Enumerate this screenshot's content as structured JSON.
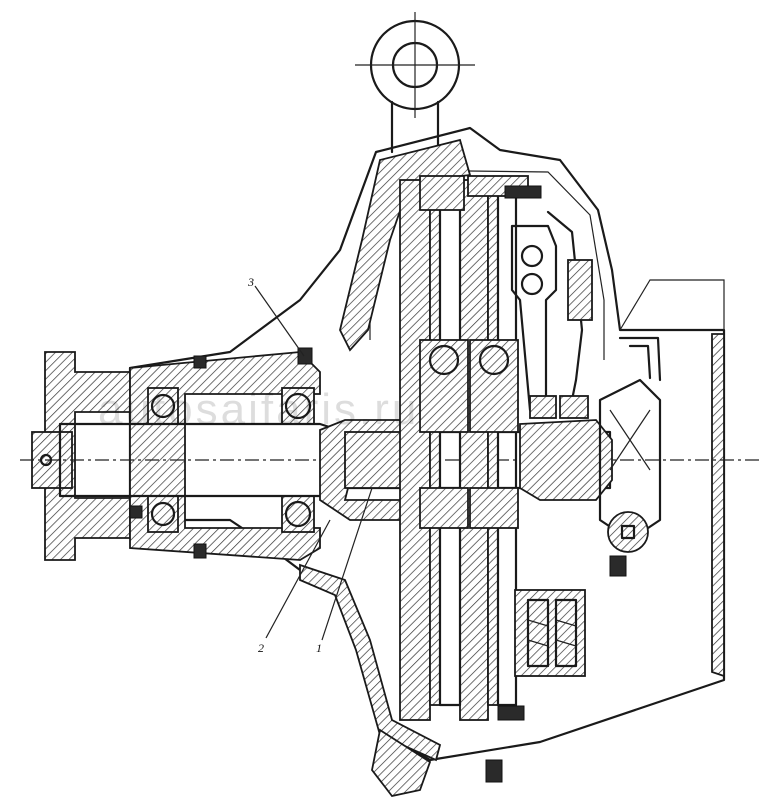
{
  "diagram": {
    "labels": [
      {
        "id": "1",
        "text": "1"
      },
      {
        "id": "2",
        "text": "2"
      },
      {
        "id": "3",
        "text": "3"
      }
    ],
    "watermark": "autosaifaris.ru"
  }
}
